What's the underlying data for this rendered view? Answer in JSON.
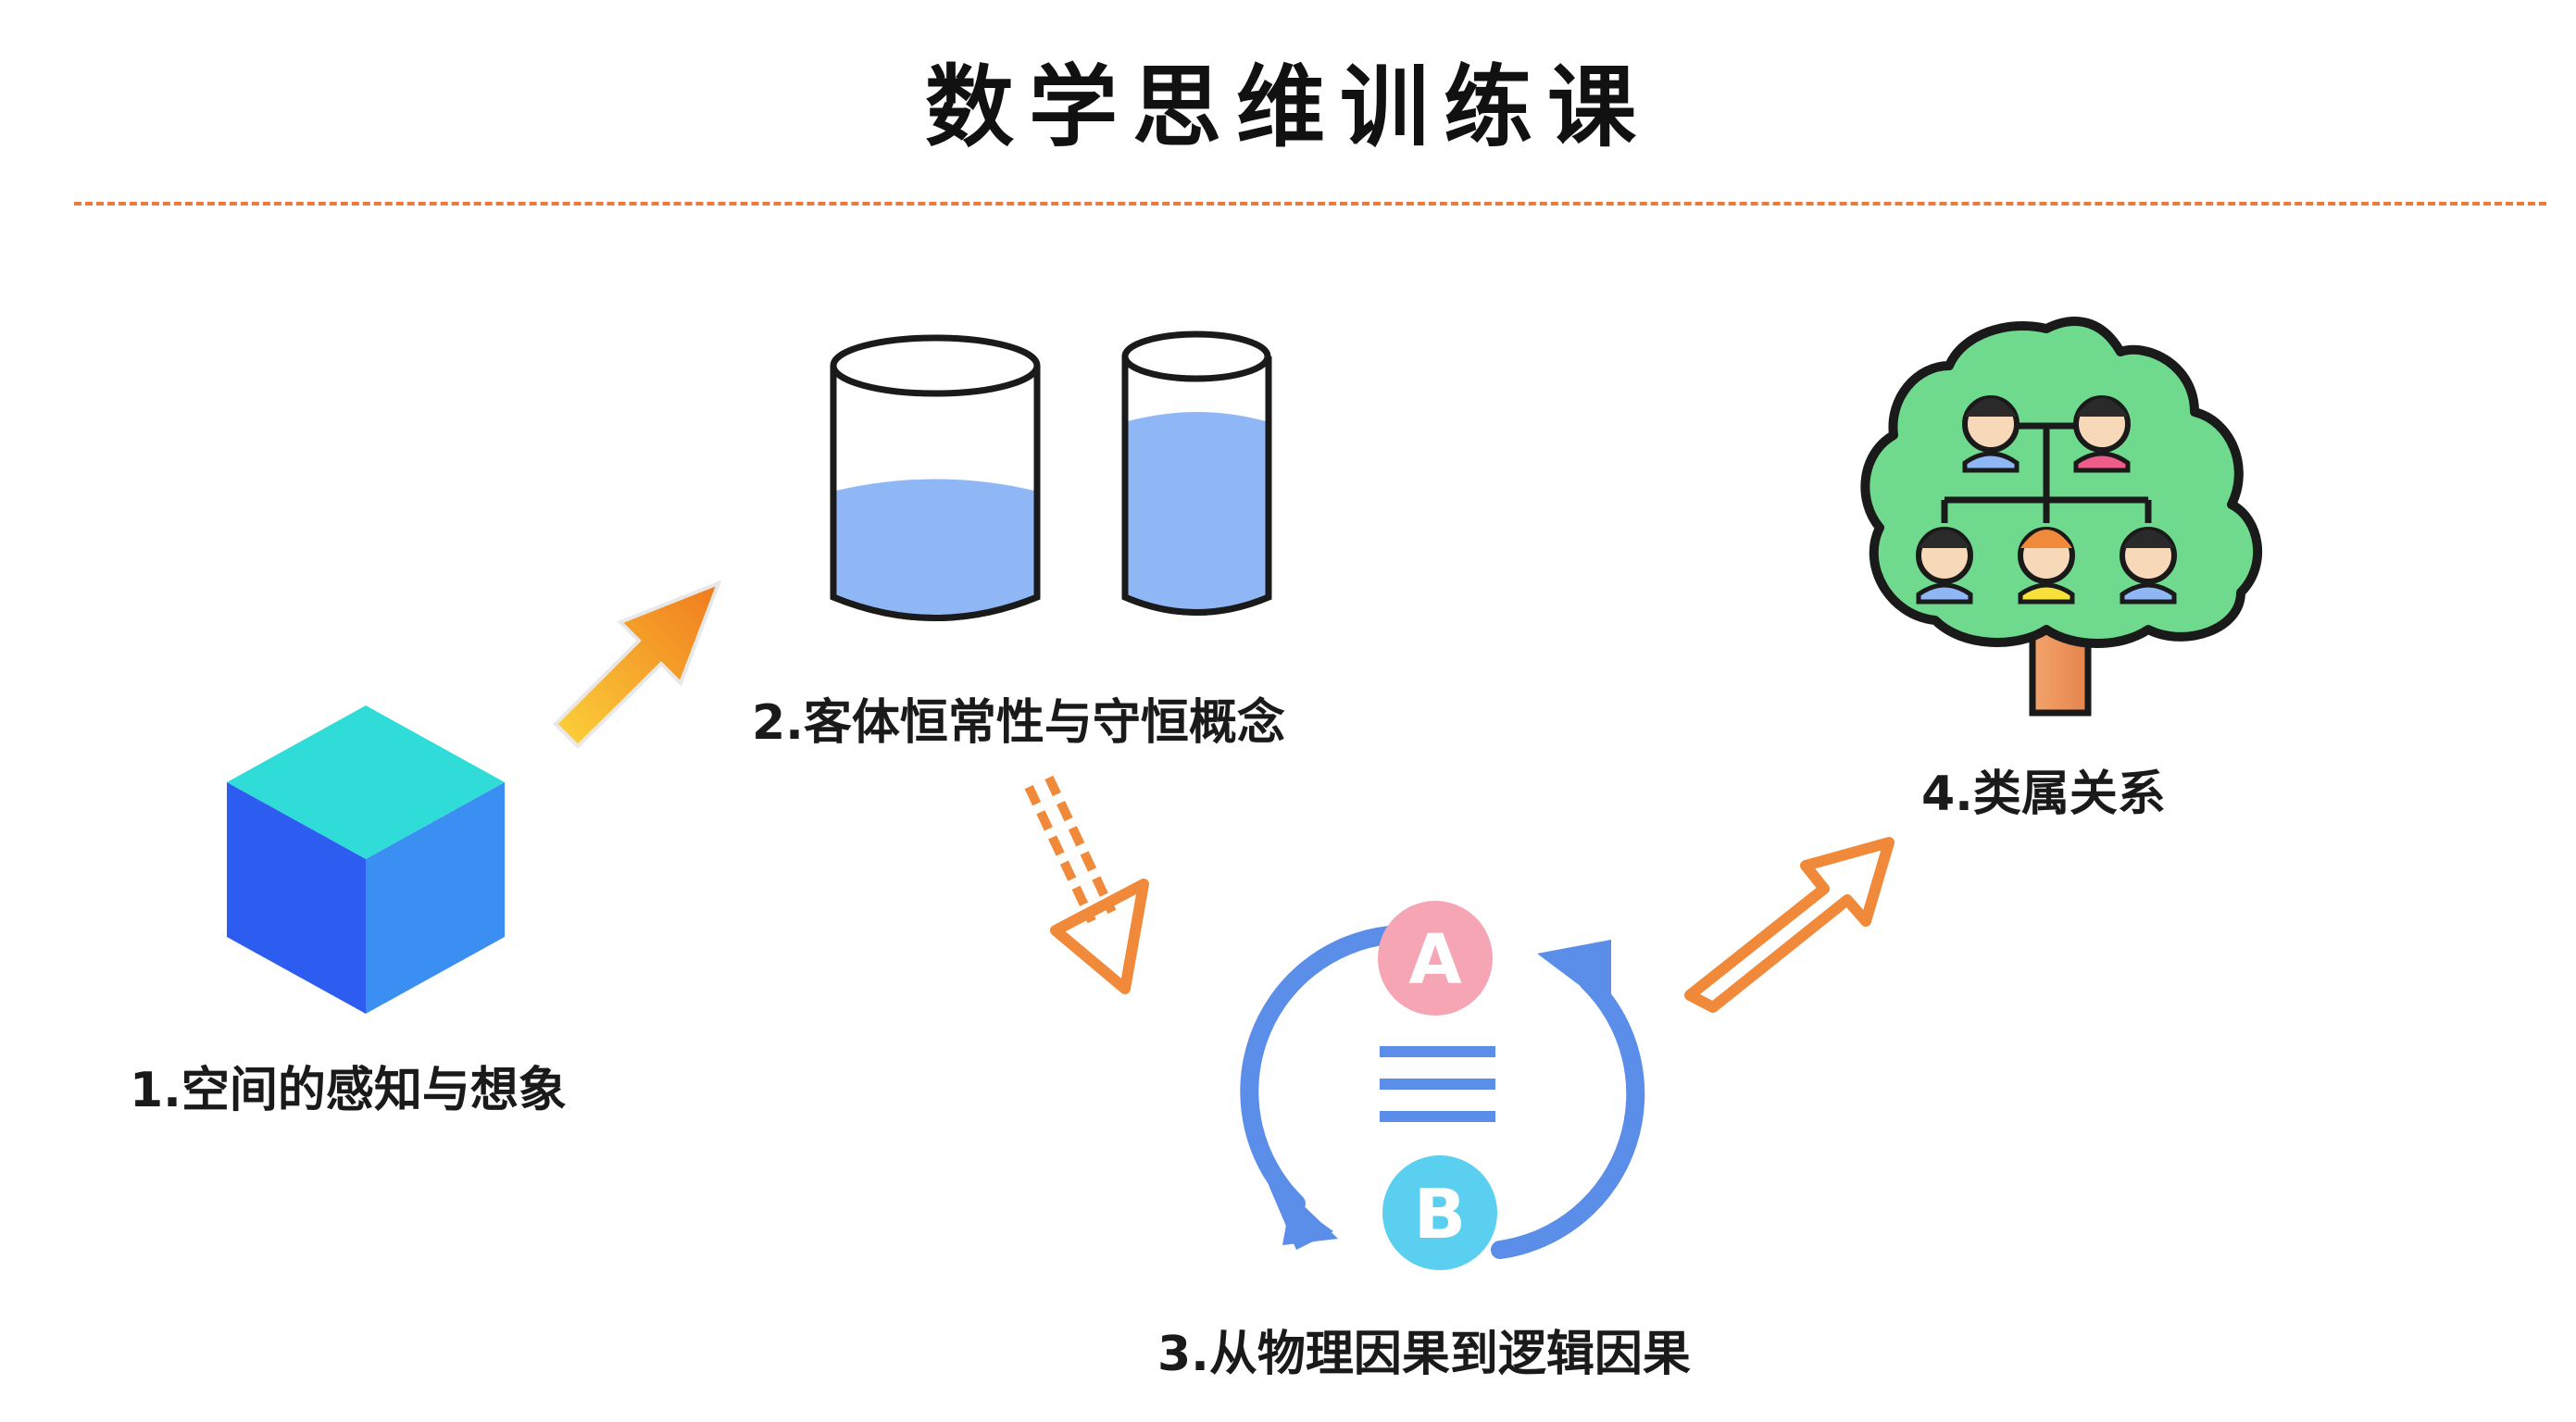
{
  "title": "数学思维训练课",
  "steps": [
    {
      "label": "1.空间的感知与想象",
      "icon": "cube-icon"
    },
    {
      "label": "2.客体恒常性与守恒概念",
      "icon": "water-glasses-icon"
    },
    {
      "label": "3.从物理因果到逻辑因果",
      "icon": "a-equals-b-cycle-icon"
    },
    {
      "label": "4.类属关系",
      "icon": "family-tree-icon"
    }
  ],
  "equivalence": {
    "left": "A",
    "right": "B"
  },
  "colors": {
    "divider": "#ec7a3a",
    "arrow": "#f08a3a",
    "cube_top": "#2fdcd8",
    "cube_left": "#2d5cf0",
    "cube_right": "#3b8ff2",
    "water": "#8fb6f5",
    "cycle": "#5b8ee8",
    "tree": "#6fd98e"
  }
}
